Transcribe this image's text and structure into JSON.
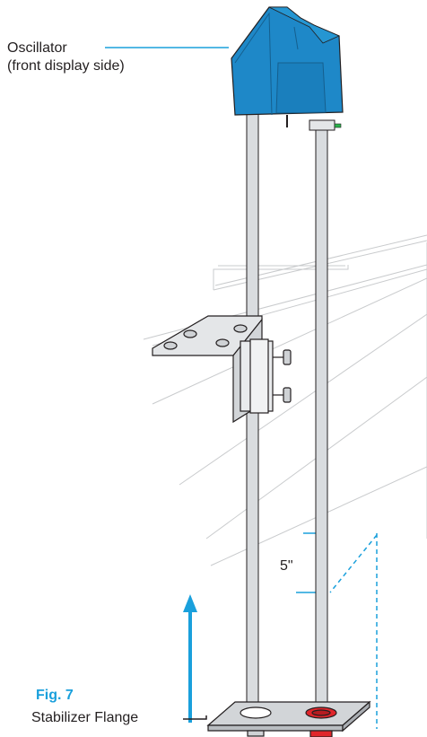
{
  "labels": {
    "oscillator_line1": "Oscillator",
    "oscillator_line2": "(front display side)",
    "measure": "5\"",
    "fig_number": "Fig. 7",
    "flange": "Stabilizer Flange"
  },
  "colors": {
    "accent": "#1aa0dc",
    "oscillator_body": "#1e88c8",
    "rod": "#d9dcdf",
    "outline": "#231f20",
    "red_marker": "#e0262b",
    "green_marker": "#2bb24c"
  }
}
